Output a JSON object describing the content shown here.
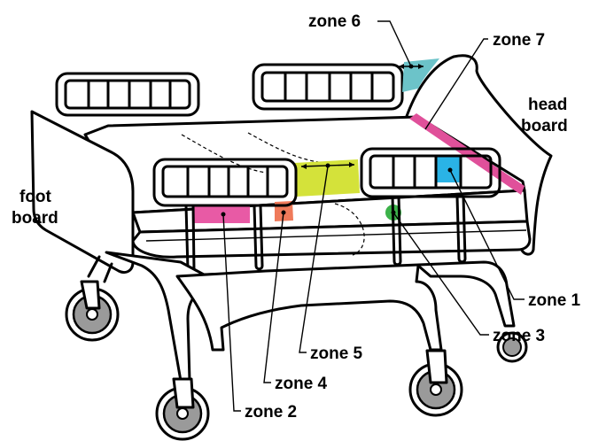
{
  "labels": {
    "zone1": "zone 1",
    "zone2": "zone 2",
    "zone3": "zone 3",
    "zone4": "zone 4",
    "zone5": "zone 5",
    "zone6": "zone 6",
    "zone7": "zone 7",
    "foot_line1": "foot",
    "foot_line2": "board",
    "head_line1": "head",
    "head_line2": "board"
  },
  "colors": {
    "zone1": "#2ab3e6",
    "zone2": "#e85aa5",
    "zone3": "#3cb24a",
    "zone4": "#ef7a5a",
    "zone5": "#d4e23a",
    "zone6": "#6cc3c9",
    "zone7": "#e0509a",
    "wheel": "#9a9a9a"
  }
}
